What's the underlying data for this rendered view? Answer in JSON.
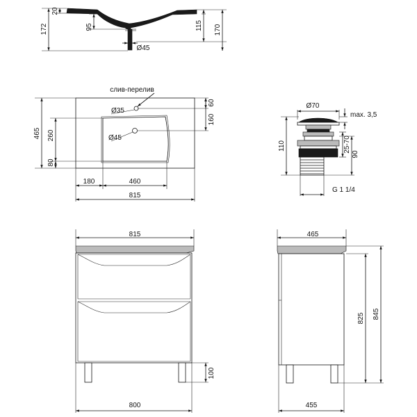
{
  "sink_section": {
    "dims": {
      "total_h": "172",
      "top_h": "20",
      "bowl_depth": "95",
      "right_inner": "115",
      "right_outer": "170",
      "drain_dia": "Ø45"
    }
  },
  "sink_top": {
    "overflow_label": "слив-перелив",
    "dims": {
      "overflow_dia": "Ø35",
      "drain_dia": "Ø45",
      "depth": "465",
      "bowl_depth": "260",
      "front_margin": "80",
      "right_top": "60",
      "right_bowl": "160",
      "left_offset": "180",
      "bowl_width": "460",
      "width": "815"
    }
  },
  "drain_valve": {
    "dims": {
      "top_dia": "Ø70",
      "max": "max. 3,5",
      "height": "110",
      "range": "25-70",
      "length": "90",
      "thread": "G 1 1/4"
    }
  },
  "cabinet_front": {
    "dims": {
      "top_width": "815",
      "bottom_width": "800",
      "leg_h": "100"
    }
  },
  "cabinet_side": {
    "dims": {
      "top_depth": "465",
      "bottom_depth": "455",
      "body_h": "825",
      "total_h": "845"
    }
  }
}
